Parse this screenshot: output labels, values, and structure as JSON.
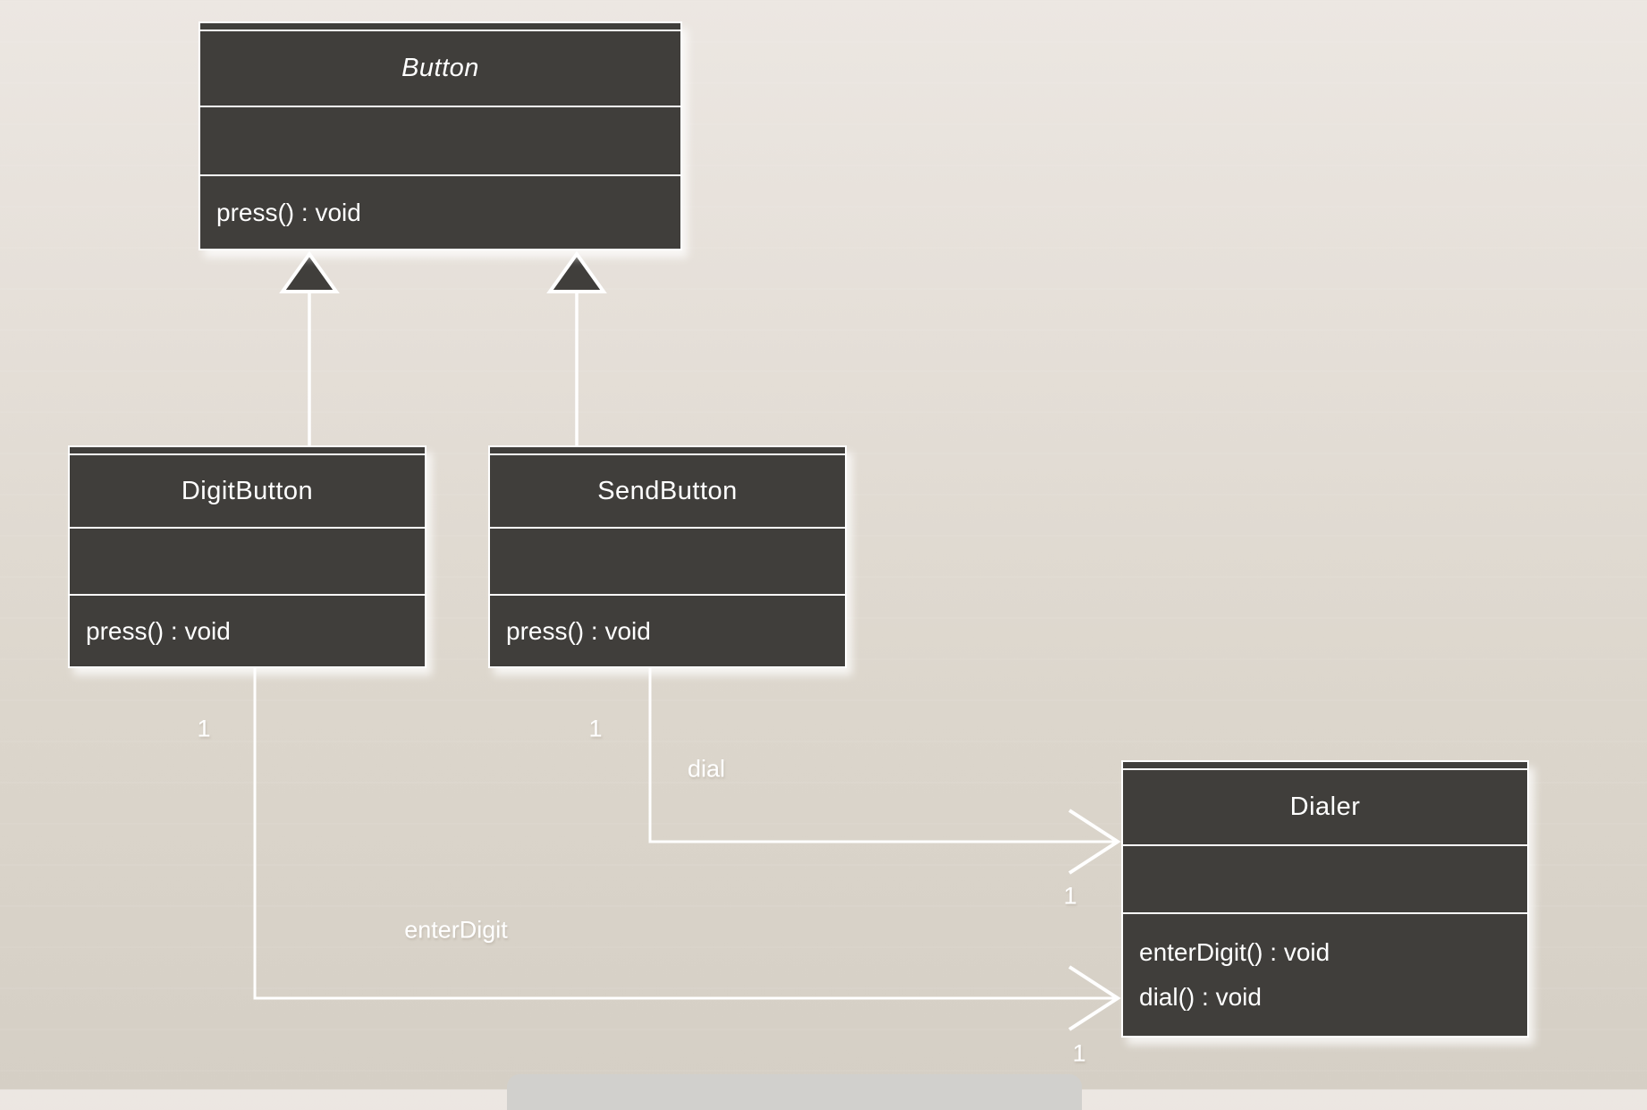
{
  "diagram_type": "uml-class-diagram",
  "classes": [
    {
      "name": "Button",
      "abstract": true,
      "attributes": [],
      "operations": [
        "press() : void"
      ]
    },
    {
      "name": "DigitButton",
      "abstract": false,
      "attributes": [],
      "operations": [
        "press() : void"
      ]
    },
    {
      "name": "SendButton",
      "abstract": false,
      "attributes": [],
      "operations": [
        "press() : void"
      ]
    },
    {
      "name": "Dialer",
      "abstract": false,
      "attributes": [],
      "operations": [
        "enterDigit() : void",
        "dial() : void"
      ]
    }
  ],
  "generalizations": [
    {
      "from": "DigitButton",
      "to": "Button"
    },
    {
      "from": "SendButton",
      "to": "Button"
    }
  ],
  "associations": [
    {
      "from": "SendButton",
      "to": "Dialer",
      "label": "dial",
      "source_multiplicity": "1",
      "target_multiplicity": "1"
    },
    {
      "from": "DigitButton",
      "to": "Dialer",
      "label": "enterDigit",
      "source_multiplicity": "1",
      "target_multiplicity": "1"
    }
  ],
  "colors": {
    "class_fill": "#403e3b",
    "stroke_and_text": "#ffffff",
    "background_top": "#ece7e2",
    "background_bottom": "#d5cfc5",
    "bottom_shape": "#d1d0cd"
  }
}
